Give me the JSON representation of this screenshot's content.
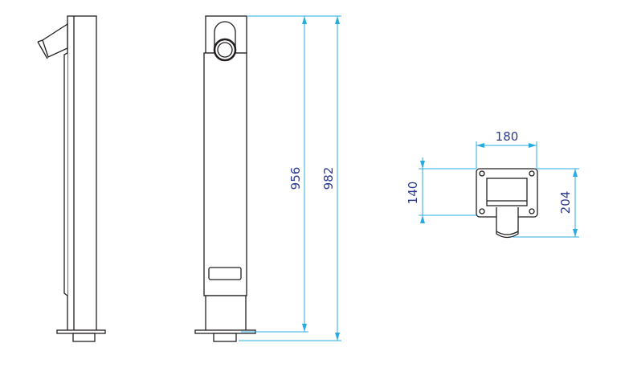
{
  "dimensions": {
    "side_height_to_flange": "956",
    "total_height": "982",
    "top_width": "180",
    "top_plate_depth": "140",
    "top_total_depth": "204"
  },
  "colors": {
    "dimension_line": "#29abe2",
    "dimension_text": "#2b3990",
    "outline": "#231f20"
  }
}
